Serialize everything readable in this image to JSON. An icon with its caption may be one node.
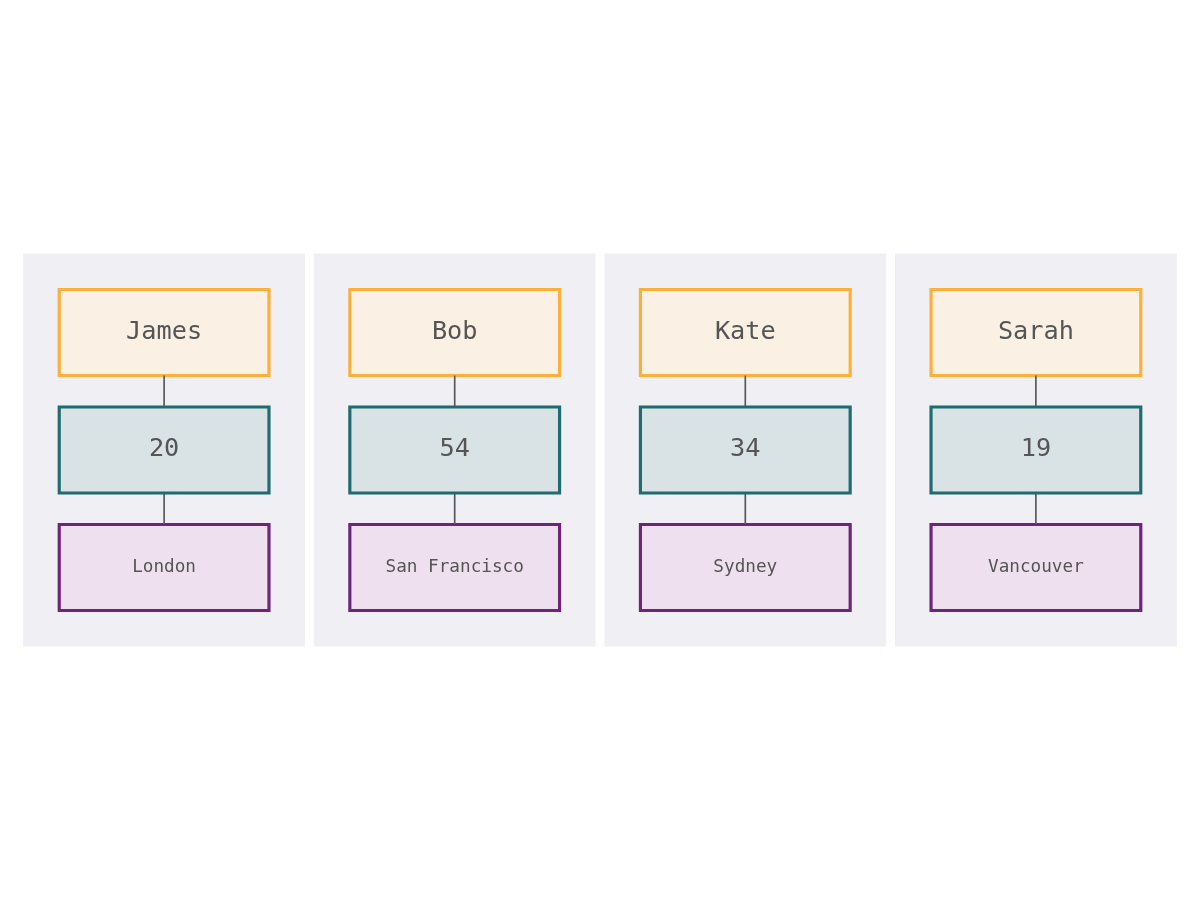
{
  "diagram": {
    "nodes": [
      {
        "text": [],
        "shape": "box"
      },
      {
        "text": [
          "James"
        ],
        "in": 0
      },
      {
        "text": [
          "20"
        ],
        "in": 0
      },
      {
        "text": [
          "London"
        ],
        "in": 0
      },
      {
        "text": [],
        "shape": "box"
      },
      {
        "text": [
          "Bob"
        ],
        "in": 4
      },
      {
        "text": [
          "54"
        ],
        "in": 4
      },
      {
        "text": [
          "San Francisco"
        ],
        "in": 4
      },
      {
        "text": [],
        "shape": "box"
      },
      {
        "text": [
          "Kate"
        ],
        "in": 8
      },
      {
        "text": [
          "34"
        ],
        "in": 8
      },
      {
        "text": [
          "Sydney"
        ],
        "in": 8
      },
      {
        "text": [],
        "shape": "box"
      },
      {
        "text": [
          "Sarah"
        ],
        "in": 12
      },
      {
        "text": [
          "19"
        ],
        "in": 12
      },
      {
        "text": [
          "Vancouver"
        ],
        "in": 12
      }
    ],
    "edges": [
      {
        "from": 1,
        "to": 2,
        "arrow": "none"
      },
      {
        "from": 2,
        "to": 3,
        "arrow": "none"
      },
      {
        "from": 5,
        "to": 6,
        "arrow": "none"
      },
      {
        "from": 6,
        "to": 7,
        "arrow": "none"
      },
      {
        "from": 9,
        "to": 10,
        "arrow": "none"
      },
      {
        "from": 10,
        "to": 11,
        "arrow": "none"
      },
      {
        "from": 13,
        "to": 14,
        "arrow": "none"
      },
      {
        "from": 14,
        "to": 15,
        "arrow": "none"
      }
    ]
  }
}
